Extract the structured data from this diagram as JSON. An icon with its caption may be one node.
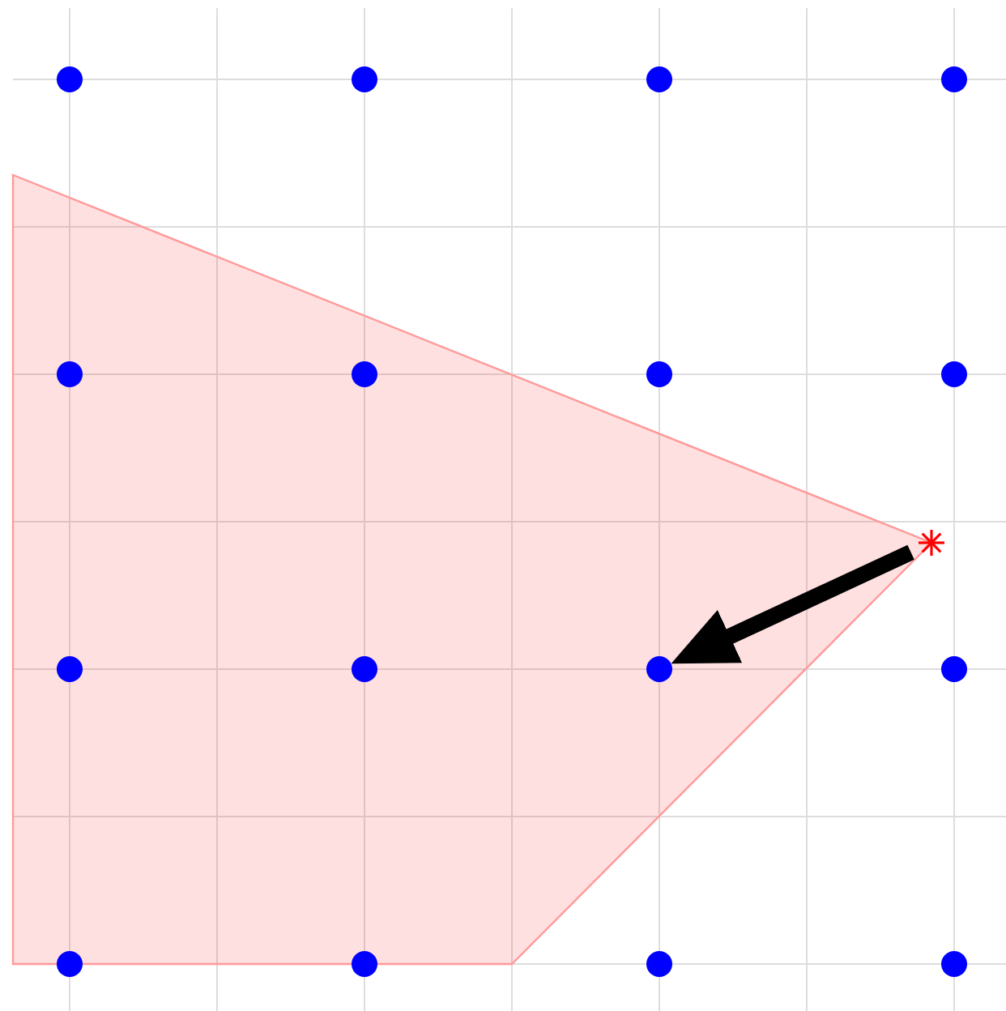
{
  "diagram": {
    "nodes": [
      {
        "text": [],
        "shape": "circle"
      },
      {
        "text": [],
        "shape": "circle"
      },
      {
        "text": [],
        "shape": "circle"
      },
      {
        "text": [],
        "shape": "circle"
      },
      {
        "text": [],
        "shape": "circle"
      },
      {
        "text": [],
        "shape": "circle"
      },
      {
        "text": [],
        "shape": "circle"
      },
      {
        "text": [],
        "shape": "circle"
      },
      {
        "text": [],
        "shape": "circle"
      },
      {
        "text": [],
        "shape": "circle"
      },
      {
        "text": [],
        "shape": "circle"
      },
      {
        "text": [],
        "shape": "circle"
      },
      {
        "text": [],
        "shape": "circle"
      },
      {
        "text": [],
        "shape": "circle"
      },
      {
        "text": [],
        "shape": "circle"
      },
      {
        "text": [],
        "shape": "circle"
      },
      {
        "text": [],
        "shape": "star"
      }
    ],
    "edges": [
      {
        "from": 16,
        "to": 10,
        "arrow": "to"
      }
    ]
  }
}
